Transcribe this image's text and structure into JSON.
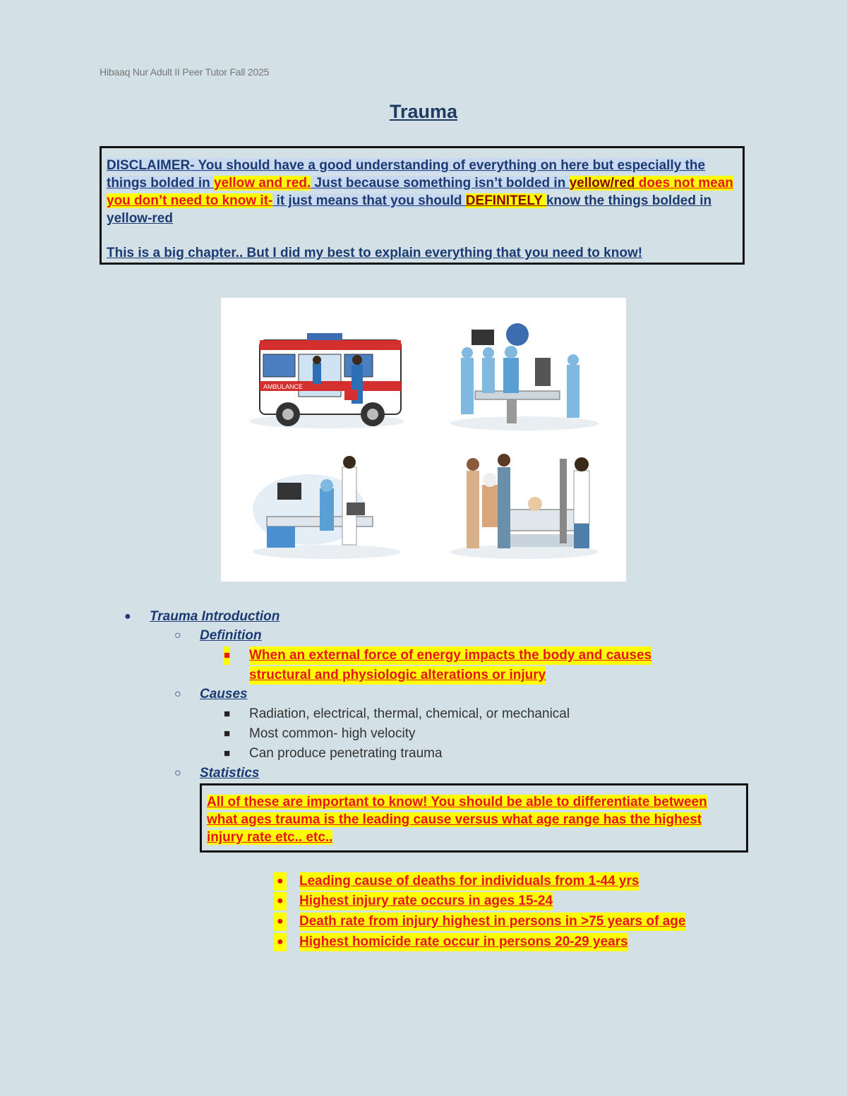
{
  "header_note": "Hibaaq Nur Adult II Peer Tutor Fall 2025",
  "title": "Trauma",
  "disclaimer": {
    "p1_a": "DISCLAIMER- You should have a good understanding of everything on here but especially the things bolded in ",
    "p1_b": "yellow and red.",
    "p1_c": " Just because something isn’t bolded in ",
    "p1_d": "yellow/red",
    "p1_e": " does not mean you don’t need to know it-",
    "p1_f": " it just means that you should ",
    "p1_g": "DEFINITELY ",
    "p1_h": "know the things bolded in yellow-red",
    "p2": "This is a big chapter.. But I did my best to explain everything that you need to know!",
    "ambulance_text": "AMBULANCE"
  },
  "outline": {
    "section_title": "Trauma Introduction",
    "definition_heading": "Definition",
    "definition_text_line1": "When an external force of energy impacts the body and causes",
    "definition_text_line2": "structural and physiologic alterations or injury",
    "causes_heading": "Causes",
    "causes_items": [
      "Radiation, electrical, thermal, chemical, or mechanical",
      "Most common- high velocity",
      "Can produce penetrating trauma"
    ],
    "statistics_heading": "Statistics",
    "stats_note": "All of these are important to know! You should be able to differentiate between what ages trauma is the leading cause versus what age range has the highest injury rate etc.. etc..",
    "stats_items": [
      "Leading cause of deaths for individuals from 1-44 yrs",
      "Highest injury rate occurs in ages 15-24",
      "Death rate from injury highest in persons in >75 years of age",
      "Highest homicide rate occur in persons 20-29 years"
    ]
  },
  "markers": {
    "lvl1": "●",
    "lvl2": "○",
    "lvl3": "■"
  }
}
